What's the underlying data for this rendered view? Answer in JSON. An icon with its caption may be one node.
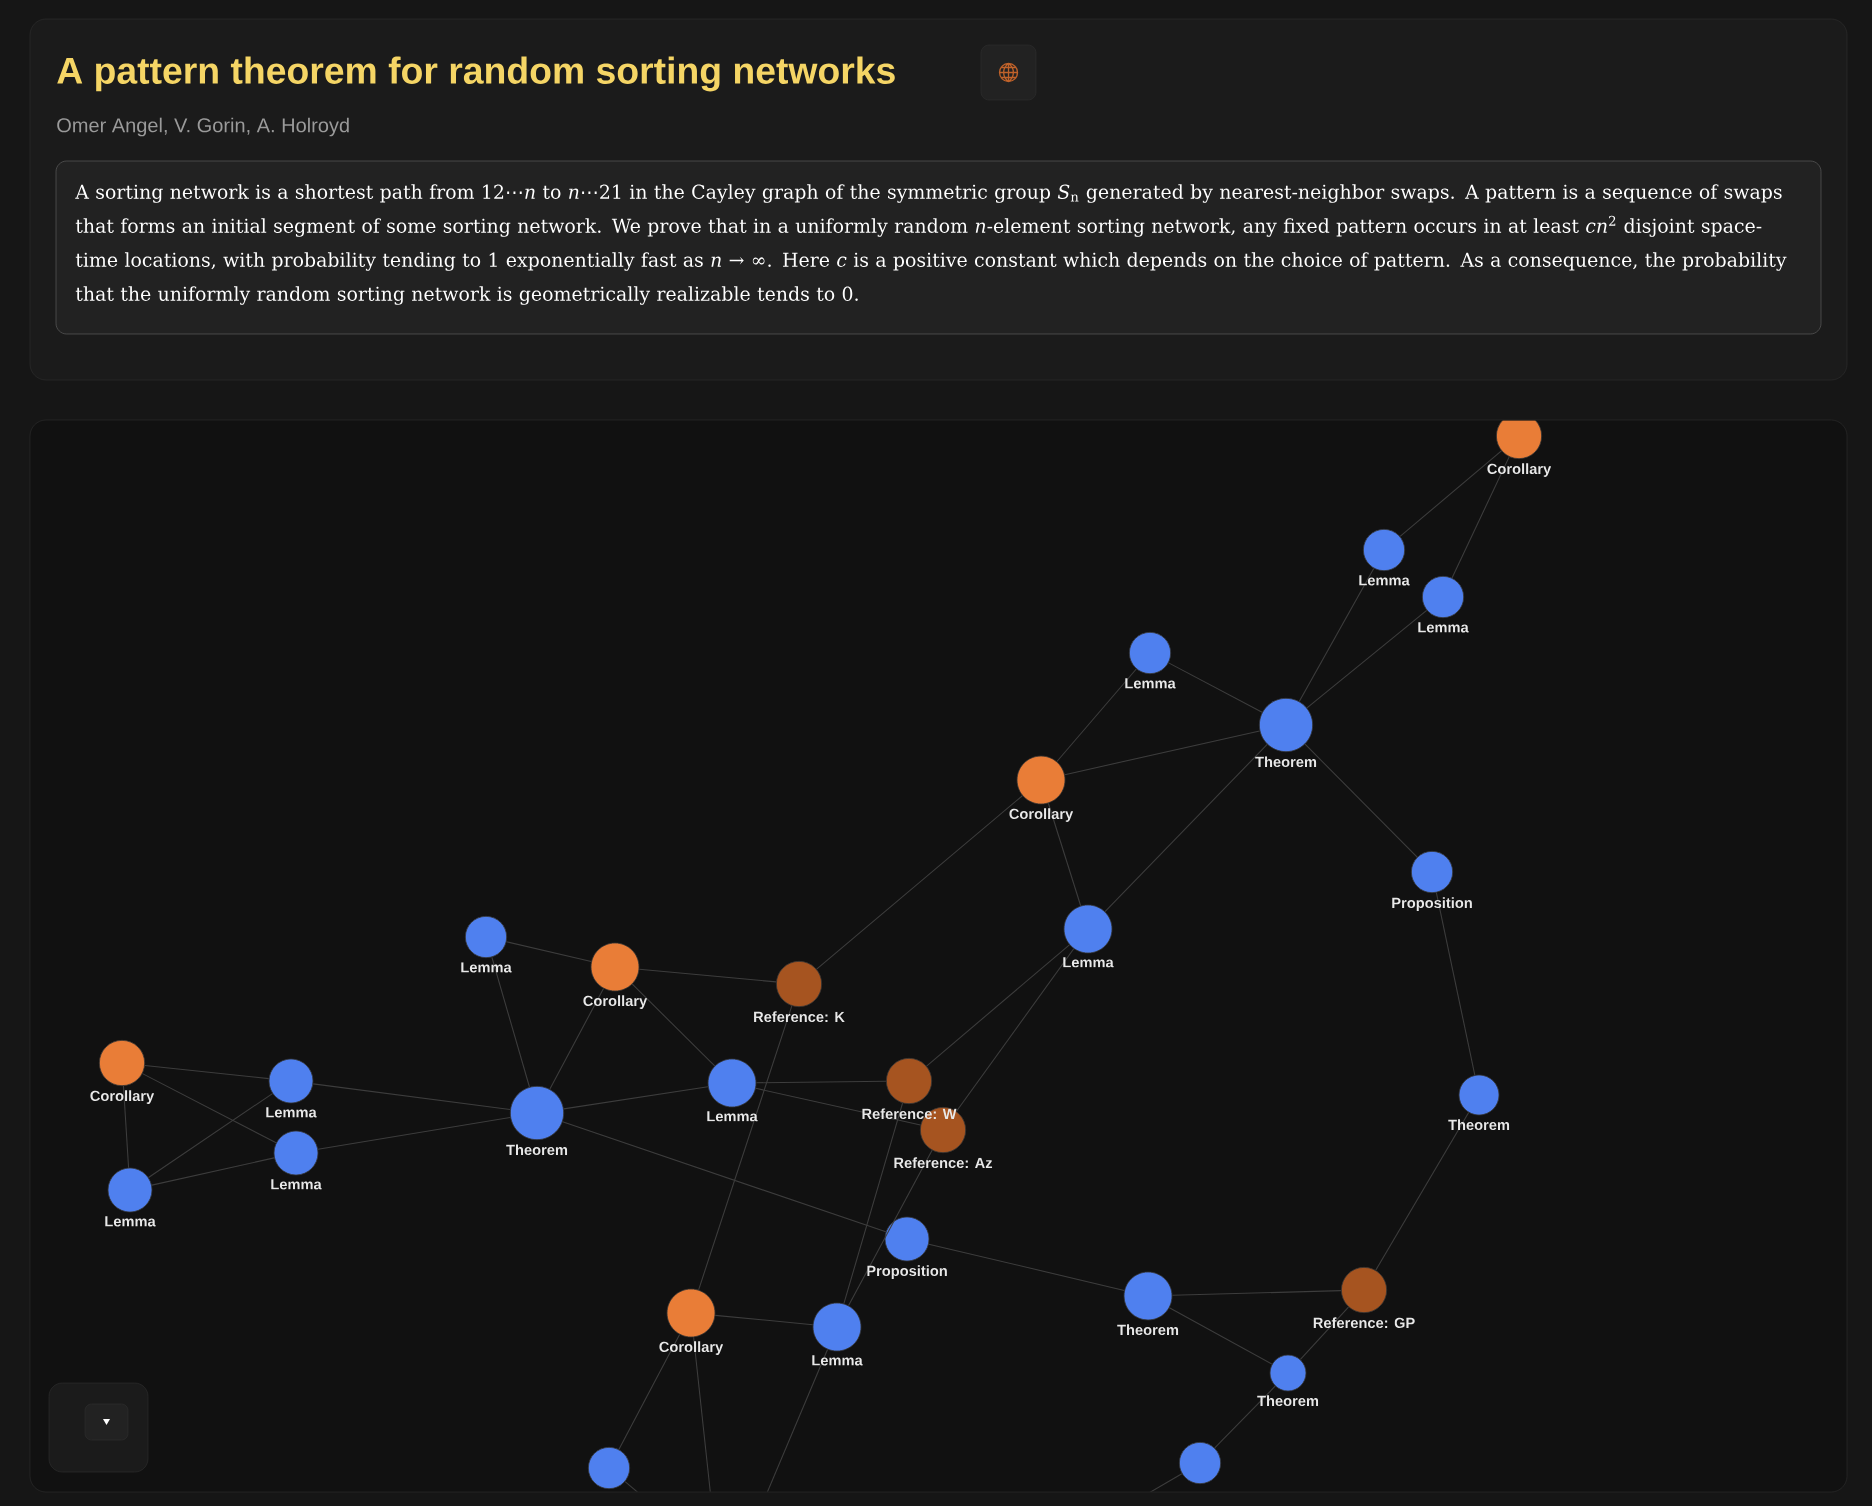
{
  "diagram": {
    "title": "A pattern theorem for random sorting networks",
    "nodes": [
      {
        "text": [
          "Corollary"
        ]
      },
      {
        "text": [
          "Lemma"
        ]
      },
      {
        "text": [
          "Lemma"
        ]
      },
      {
        "text": [
          "Lemma"
        ]
      },
      {
        "text": [
          "Theorem"
        ]
      },
      {
        "text": [
          "Corollary"
        ]
      },
      {
        "text": [
          "Proposition"
        ]
      },
      {
        "text": [
          "Lemma"
        ]
      },
      {
        "text": [
          "Lemma"
        ]
      },
      {
        "text": [
          "Corollary"
        ]
      },
      {
        "text": [
          "Reference: K"
        ]
      },
      {
        "text": [
          "Corollary"
        ]
      },
      {
        "text": [
          "Lemma"
        ]
      },
      {
        "text": [
          "Theorem"
        ]
      },
      {
        "text": [
          "Lemma"
        ]
      },
      {
        "text": [
          "Reference: W"
        ]
      },
      {
        "text": [
          "Theorem"
        ]
      },
      {
        "text": [
          "Lemma"
        ]
      },
      {
        "text": [
          "Reference: Az"
        ]
      },
      {
        "text": [
          "Lemma"
        ]
      },
      {
        "text": [
          "Proposition"
        ]
      },
      {
        "text": [
          "Theorem"
        ]
      },
      {
        "text": [
          "Reference: GP"
        ]
      },
      {
        "text": [
          "Corollary"
        ]
      },
      {
        "text": [
          "Lemma"
        ]
      },
      {
        "text": [
          "Theorem"
        ]
      },
      {
        "text": [],
        "shape": "circle"
      },
      {
        "text": [],
        "shape": "circle"
      }
    ],
    "edges": [
      {
        "from": 0,
        "to": 1,
        "arrow": "none"
      },
      {
        "from": 0,
        "to": 2,
        "arrow": "none"
      },
      {
        "from": 1,
        "to": 4,
        "arrow": "none"
      },
      {
        "from": 2,
        "to": 4,
        "arrow": "none"
      },
      {
        "from": 3,
        "to": 4,
        "arrow": "none"
      },
      {
        "from": 3,
        "to": 5,
        "arrow": "none"
      },
      {
        "from": 5,
        "to": 4,
        "arrow": "none"
      },
      {
        "from": 4,
        "to": 6,
        "arrow": "none"
      },
      {
        "from": 4,
        "to": 7,
        "arrow": "none"
      },
      {
        "from": 5,
        "to": 7,
        "arrow": "none"
      },
      {
        "from": 5,
        "to": 10,
        "arrow": "none"
      },
      {
        "from": 8,
        "to": 9,
        "arrow": "none"
      },
      {
        "from": 8,
        "to": 13,
        "arrow": "none"
      },
      {
        "from": 9,
        "to": 10,
        "arrow": "none"
      },
      {
        "from": 9,
        "to": 13,
        "arrow": "none"
      },
      {
        "from": 9,
        "to": 14,
        "arrow": "none"
      },
      {
        "from": 11,
        "to": 12,
        "arrow": "none"
      },
      {
        "from": 11,
        "to": 17,
        "arrow": "none"
      },
      {
        "from": 11,
        "to": 19,
        "arrow": "none"
      },
      {
        "from": 12,
        "to": 13,
        "arrow": "none"
      },
      {
        "from": 19,
        "to": 12,
        "arrow": "none"
      },
      {
        "from": 17,
        "to": 13,
        "arrow": "none"
      },
      {
        "from": 19,
        "to": 17,
        "arrow": "none"
      },
      {
        "from": 13,
        "to": 14,
        "arrow": "none"
      },
      {
        "from": 13,
        "to": 20,
        "arrow": "none"
      },
      {
        "from": 14,
        "to": 15,
        "arrow": "none"
      },
      {
        "from": 14,
        "to": 18,
        "arrow": "none"
      },
      {
        "from": 10,
        "to": 23,
        "arrow": "none"
      },
      {
        "from": 7,
        "to": 15,
        "arrow": "none"
      },
      {
        "from": 7,
        "to": 18,
        "arrow": "none"
      },
      {
        "from": 15,
        "to": 24,
        "arrow": "none"
      },
      {
        "from": 18,
        "to": 24,
        "arrow": "none"
      },
      {
        "from": 20,
        "to": 21,
        "arrow": "none"
      },
      {
        "from": 21,
        "to": 22,
        "arrow": "none"
      },
      {
        "from": 21,
        "to": 25,
        "arrow": "none"
      },
      {
        "from": 22,
        "to": 25,
        "arrow": "none"
      },
      {
        "from": 16,
        "to": 22,
        "arrow": "none"
      },
      {
        "from": 6,
        "to": 16,
        "arrow": "none"
      },
      {
        "from": 25,
        "to": 27,
        "arrow": "none"
      },
      {
        "from": 23,
        "to": 24,
        "arrow": "none"
      },
      {
        "from": 23,
        "to": 26,
        "arrow": "none"
      },
      {
        "from": 26,
        "to": null,
        "arrow": "none"
      },
      {
        "from": 23,
        "to": null,
        "arrow": "none"
      },
      {
        "from": 24,
        "to": null,
        "arrow": "none"
      },
      {
        "from": 27,
        "to": null,
        "arrow": "none"
      }
    ],
    "labels": [
      "Omer Angel, V. Gorin, A. Holroyd",
      "A sorting network is a shortest path from 12⋯*n* to *n*⋯21 in the Cayley graph of the symmetric group *S*$_{n}$ generated by nearest-neighbor swaps. A pattern is a sequence of swaps that forms an initial segment of some sorting network. We prove that in a uniformly random *n*-element sorting network, any fixed pattern occurs in at least *cn*$^{2}$ disjoint space-time locations, with probability tending to 1 exponentially fast as *n* → ∞. Here *c* is a positive constant which depends on the choice of pattern. As a consequence, the probability that the uniformly random sorting network is geometrically realizable tends to 0."
    ]
  }
}
